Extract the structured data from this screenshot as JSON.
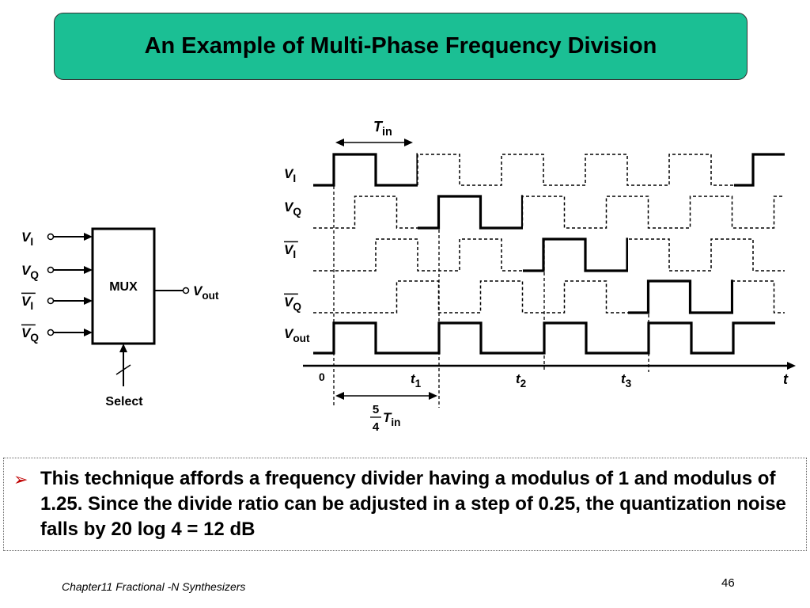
{
  "title": "An Example of Multi-Phase Frequency Division",
  "mux": {
    "box_label": "MUX",
    "output_label": "V",
    "output_sub": "out",
    "select_label": "Select",
    "inputs": [
      {
        "main": "V",
        "sub": "I",
        "bar": false
      },
      {
        "main": "V",
        "sub": "Q",
        "bar": false
      },
      {
        "main": "V",
        "sub": "I",
        "bar": true
      },
      {
        "main": "V",
        "sub": "Q",
        "bar": true
      }
    ]
  },
  "timing": {
    "period_label_main": "T",
    "period_label_sub": "in",
    "signals": [
      {
        "main": "V",
        "sub": "I",
        "bar": false
      },
      {
        "main": "V",
        "sub": "Q",
        "bar": false
      },
      {
        "main": "V",
        "sub": "I",
        "bar": true
      },
      {
        "main": "V",
        "sub": "Q",
        "bar": true
      },
      {
        "main": "V",
        "sub": "out",
        "bar": false
      }
    ],
    "time_axis": {
      "origin": "0",
      "axis_label": "t",
      "ticks": [
        {
          "main": "t",
          "sub": "1"
        },
        {
          "main": "t",
          "sub": "2"
        },
        {
          "main": "t",
          "sub": "3"
        }
      ]
    },
    "interval_label": {
      "num": "5",
      "den": "4",
      "main": "T",
      "sub": "in"
    }
  },
  "bullet": {
    "marker": "➢",
    "text": "This technique affords a frequency divider having a modulus of 1 and modulus of 1.25. Since the divide ratio can be adjusted in a step of 0.25, the quantization noise falls by 20 log 4 = 12 dB"
  },
  "footer": "Chapter11 Fractional -N Synthesizers",
  "page_number": "46"
}
